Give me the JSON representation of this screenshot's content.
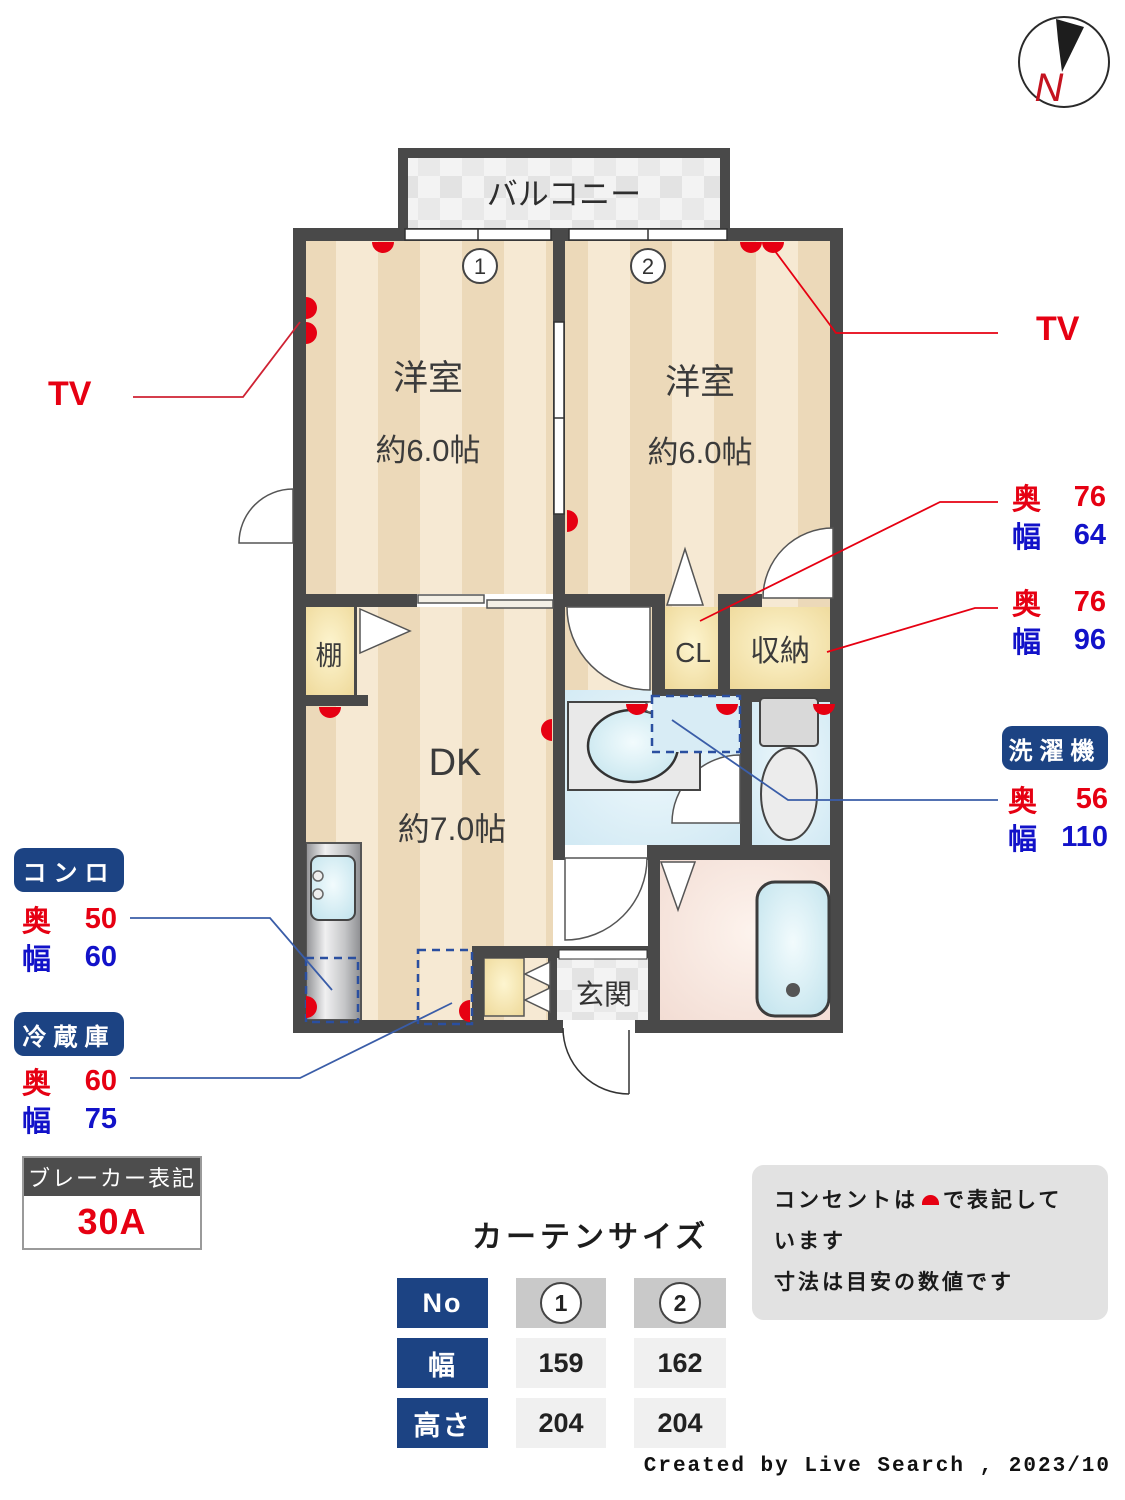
{
  "compass": {
    "north": "N"
  },
  "plan": {
    "balcony": "バルコニー",
    "curtain1_num": "1",
    "curtain2_num": "2",
    "bedroom1": {
      "name": "洋室",
      "size": "約6.0帖"
    },
    "bedroom2": {
      "name": "洋室",
      "size": "約6.0帖"
    },
    "dk": {
      "name": "DK",
      "size": "約7.0帖"
    },
    "closet": "CL",
    "storage": "収納",
    "shelf": "棚",
    "entrance": "玄関"
  },
  "annotations": {
    "tv_left": "TV",
    "tv_right": "TV",
    "closet_dims": {
      "depth_label": "奥",
      "depth": "76",
      "width_label": "幅",
      "width": "64"
    },
    "storage_dims": {
      "depth_label": "奥",
      "depth": "76",
      "width_label": "幅",
      "width": "96"
    },
    "washer": {
      "title": "洗濯機",
      "depth_label": "奥",
      "depth": "56",
      "width_label": "幅",
      "width": "110"
    },
    "stove": {
      "title": "コンロ",
      "depth_label": "奥",
      "depth": "50",
      "width_label": "幅",
      "width": "60"
    },
    "fridge": {
      "title": "冷蔵庫",
      "depth_label": "奥",
      "depth": "60",
      "width_label": "幅",
      "width": "75"
    },
    "breaker": {
      "title": "ブレーカー表記",
      "value": "30A"
    }
  },
  "curtain_table": {
    "title": "カーテンサイズ",
    "header_label": "No",
    "col1_num": "1",
    "col2_num": "2",
    "rows": [
      {
        "label": "幅",
        "v1": "159",
        "v2": "162"
      },
      {
        "label": "高さ",
        "v1": "204",
        "v2": "204"
      }
    ]
  },
  "notes": {
    "line1_pre": "コンセントは",
    "line1_post": "で表記しています",
    "line2": "寸法は目安の数値です"
  },
  "footer": "Created by Live Search , 2023/10",
  "colors": {
    "wall": "#494949",
    "outlet_red": "#e60012",
    "width_blue": "#1212c9",
    "badge_navy": "#1c4383",
    "leader_blue": "#3a5da8"
  }
}
